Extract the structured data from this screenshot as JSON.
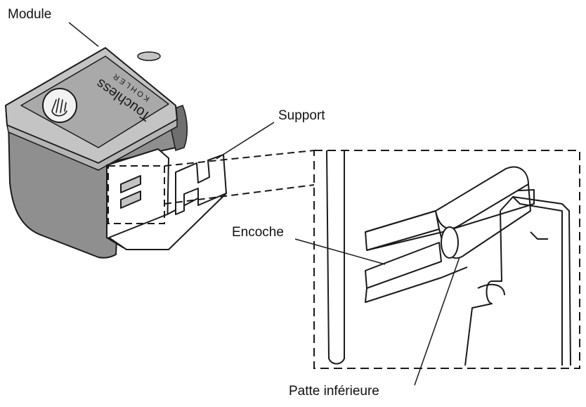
{
  "labels": {
    "module": "Module",
    "support": "Support",
    "encoche": "Encoche",
    "patte": "Patte inférieure"
  },
  "product_markings": {
    "brand_line1": "Touchless",
    "brand_line2": "KOHLER"
  },
  "colors": {
    "line": "#1a1a1a",
    "body_gray": "#8f8f8f",
    "body_dark": "#6f6f6f",
    "lid_gray": "#c4c4c4",
    "lid_top": "#a9a9a9",
    "button_white": "#f2f2f2",
    "bracket_white": "#ffffff",
    "background": "#ffffff"
  },
  "icons": {
    "sensor_button": "hand-icon"
  }
}
